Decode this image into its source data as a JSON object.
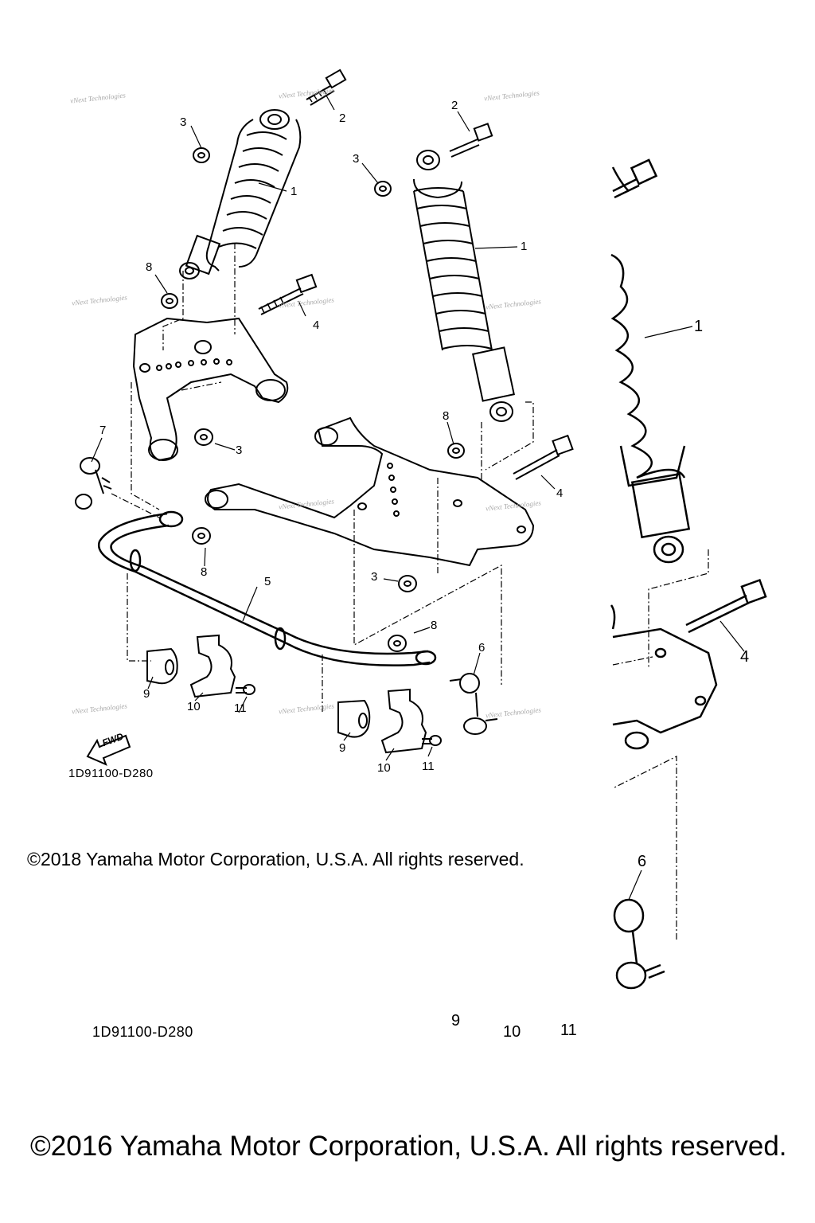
{
  "watermark_text": "vNext Technologies",
  "figure_codes": {
    "inset": "1D91100-D280",
    "main": "1D91100-D280"
  },
  "direction_marker": "FWD",
  "copyright": {
    "inset": "©2018 Yamaha Motor Corporation, U.S.A. All rights reserved.",
    "main": "©2016 Yamaha Motor Corporation, U.S.A. All rights reserved."
  },
  "callouts": {
    "c1a": "1",
    "c1b": "1",
    "c1c": "1",
    "c2a": "2",
    "c2b": "2",
    "c3a": "3",
    "c3b": "3",
    "c3c": "3",
    "c3d": "3",
    "c4a": "4",
    "c4b": "4",
    "c4c": "4",
    "c5": "5",
    "c6a": "6",
    "c6b": "6",
    "c7": "7",
    "c8a": "8",
    "c8b": "8",
    "c8c": "8",
    "c8d": "8",
    "c9a": "9",
    "c9b": "9",
    "c9c": "9",
    "c10a": "10",
    "c10b": "10",
    "c10c": "10",
    "c11a": "11",
    "c11b": "11",
    "c11c": "11"
  },
  "colors": {
    "line": "#000000",
    "watermark": "#a8a8a8",
    "background": "#ffffff"
  }
}
